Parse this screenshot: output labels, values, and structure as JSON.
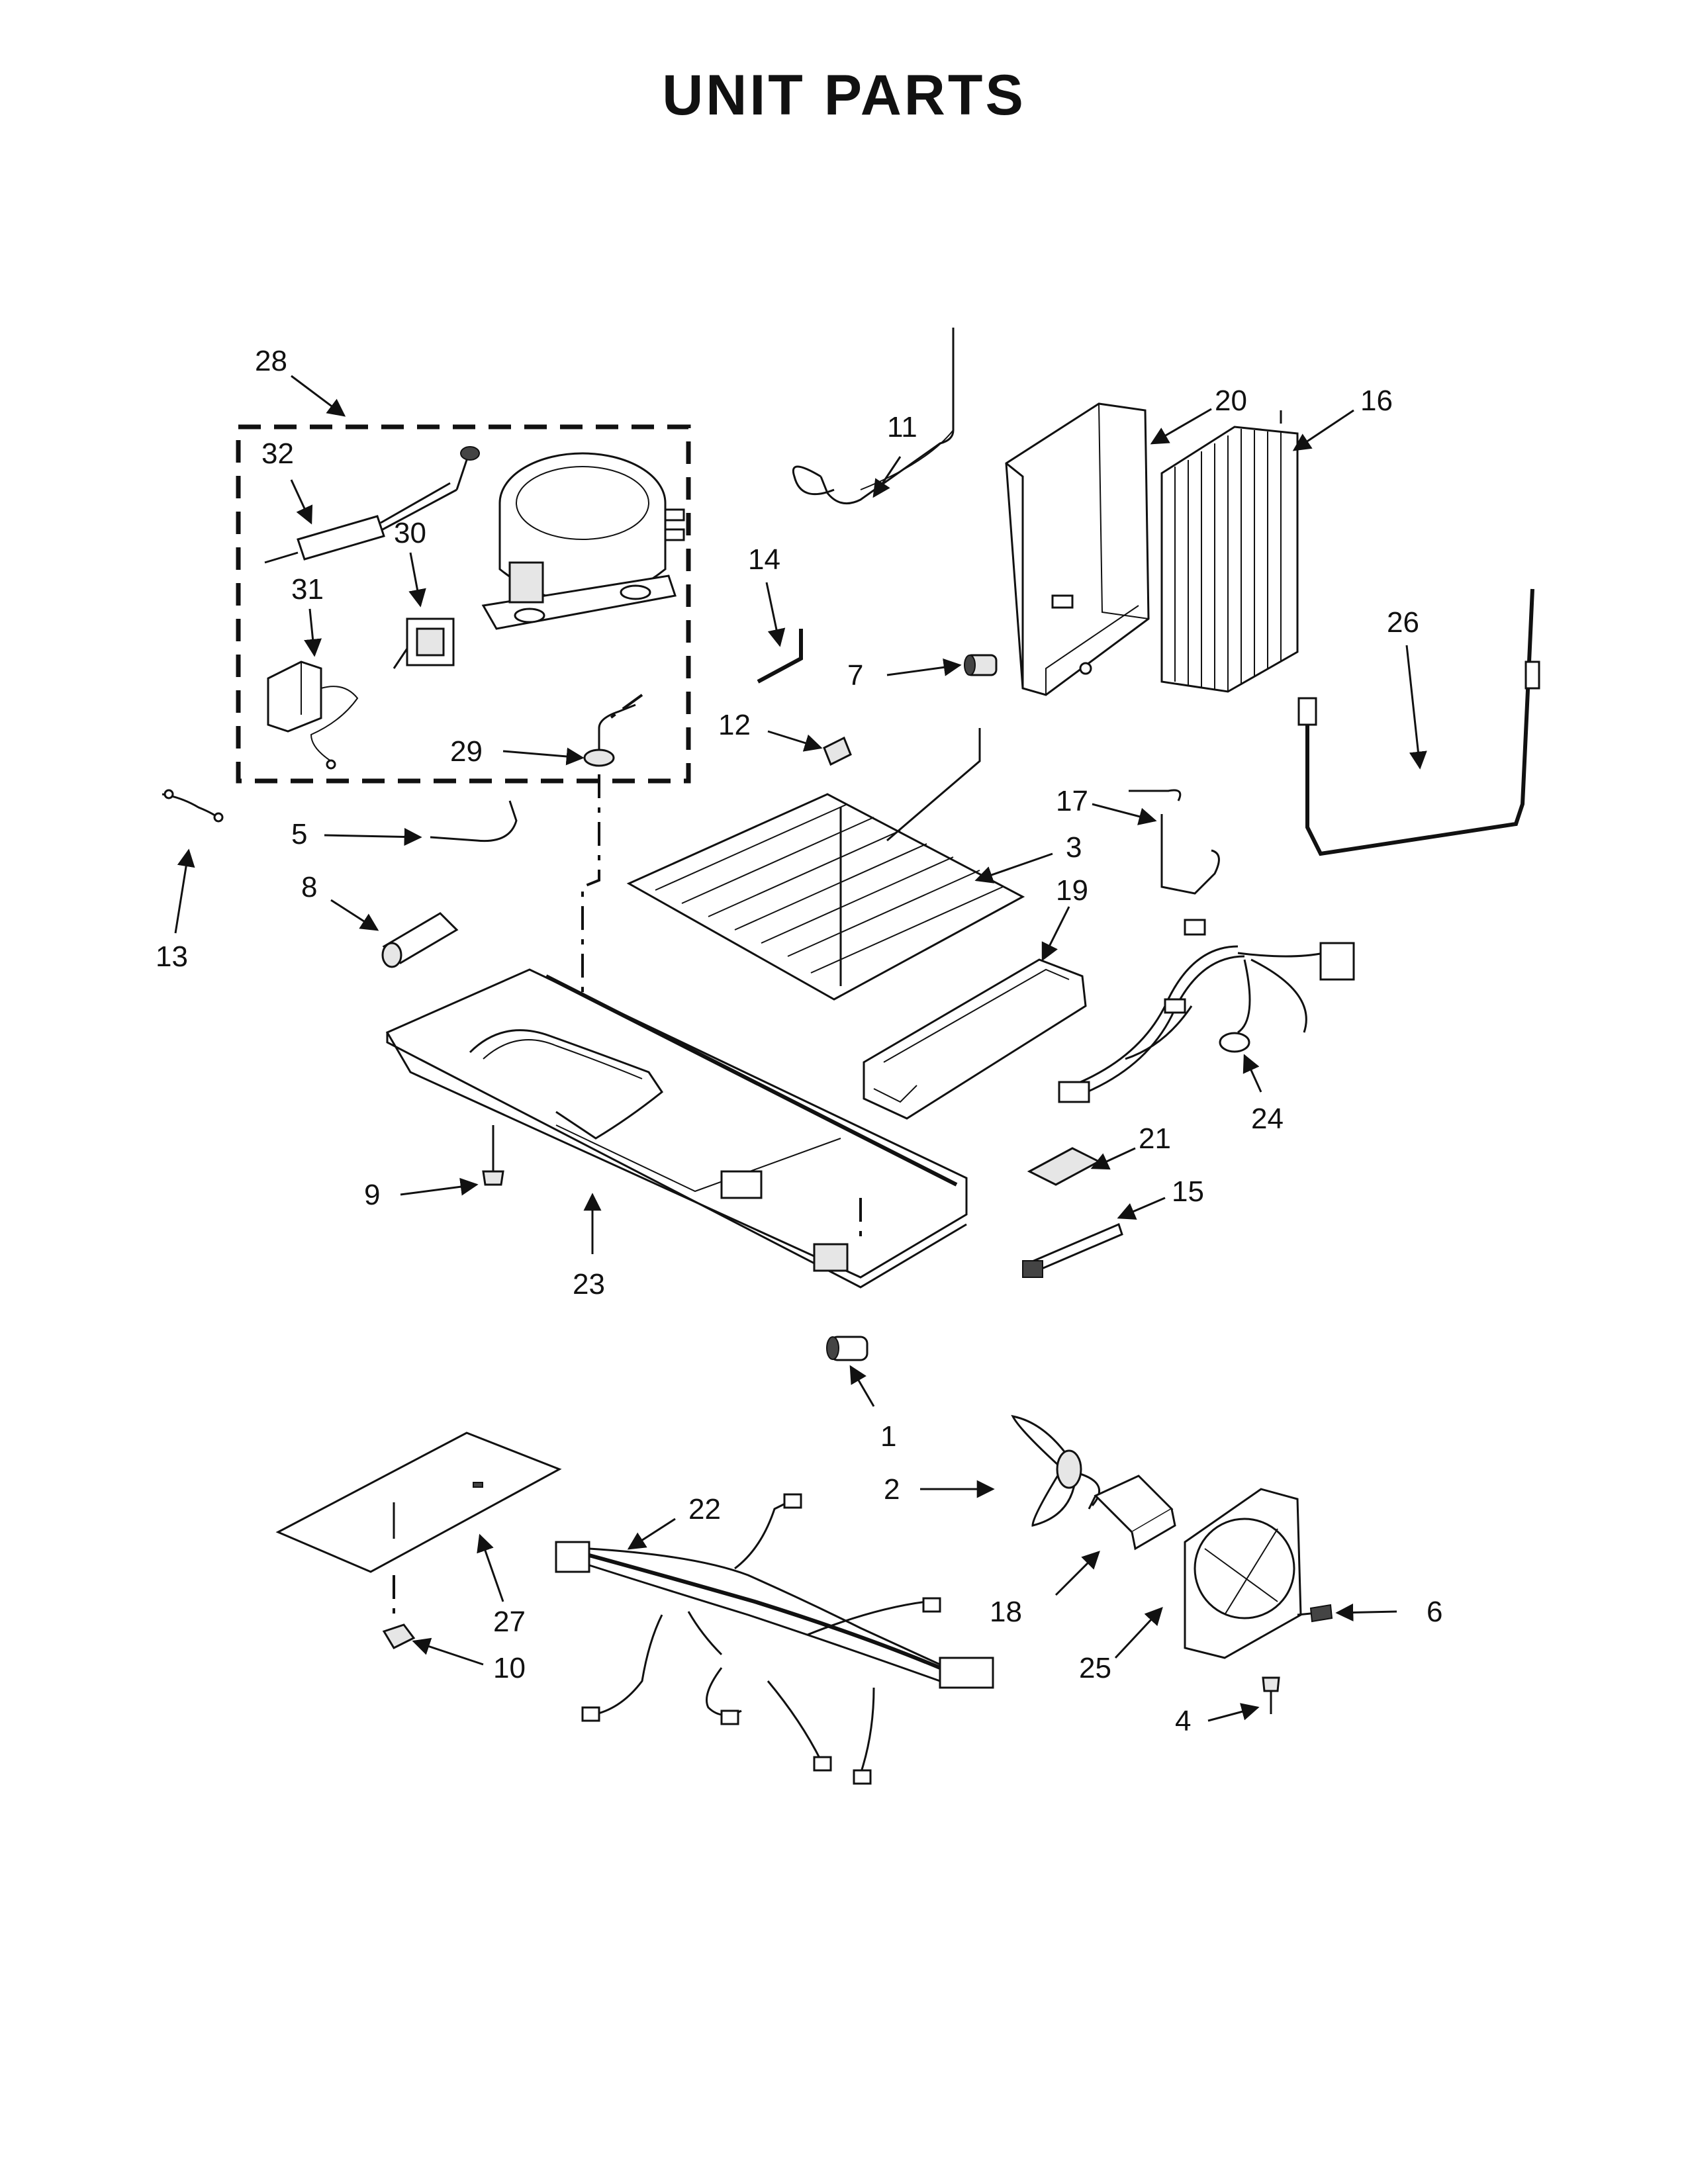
{
  "title": "UNIT PARTS",
  "callouts": [
    {
      "id": "1",
      "label": "1"
    },
    {
      "id": "2",
      "label": "2"
    },
    {
      "id": "3",
      "label": "3"
    },
    {
      "id": "4",
      "label": "4"
    },
    {
      "id": "5",
      "label": "5"
    },
    {
      "id": "6",
      "label": "6"
    },
    {
      "id": "7",
      "label": "7"
    },
    {
      "id": "8",
      "label": "8"
    },
    {
      "id": "9",
      "label": "9"
    },
    {
      "id": "10",
      "label": "10"
    },
    {
      "id": "11",
      "label": "11"
    },
    {
      "id": "12",
      "label": "12"
    },
    {
      "id": "13",
      "label": "13"
    },
    {
      "id": "14",
      "label": "14"
    },
    {
      "id": "15",
      "label": "15"
    },
    {
      "id": "16",
      "label": "16"
    },
    {
      "id": "17",
      "label": "17"
    },
    {
      "id": "18",
      "label": "18"
    },
    {
      "id": "19",
      "label": "19"
    },
    {
      "id": "20",
      "label": "20"
    },
    {
      "id": "21",
      "label": "21"
    },
    {
      "id": "22",
      "label": "22"
    },
    {
      "id": "23",
      "label": "23"
    },
    {
      "id": "24",
      "label": "24"
    },
    {
      "id": "25",
      "label": "25"
    },
    {
      "id": "26",
      "label": "26"
    },
    {
      "id": "27",
      "label": "27"
    },
    {
      "id": "28",
      "label": "28"
    },
    {
      "id": "29",
      "label": "29"
    },
    {
      "id": "30",
      "label": "30"
    },
    {
      "id": "31",
      "label": "31"
    },
    {
      "id": "32",
      "label": "32"
    }
  ]
}
